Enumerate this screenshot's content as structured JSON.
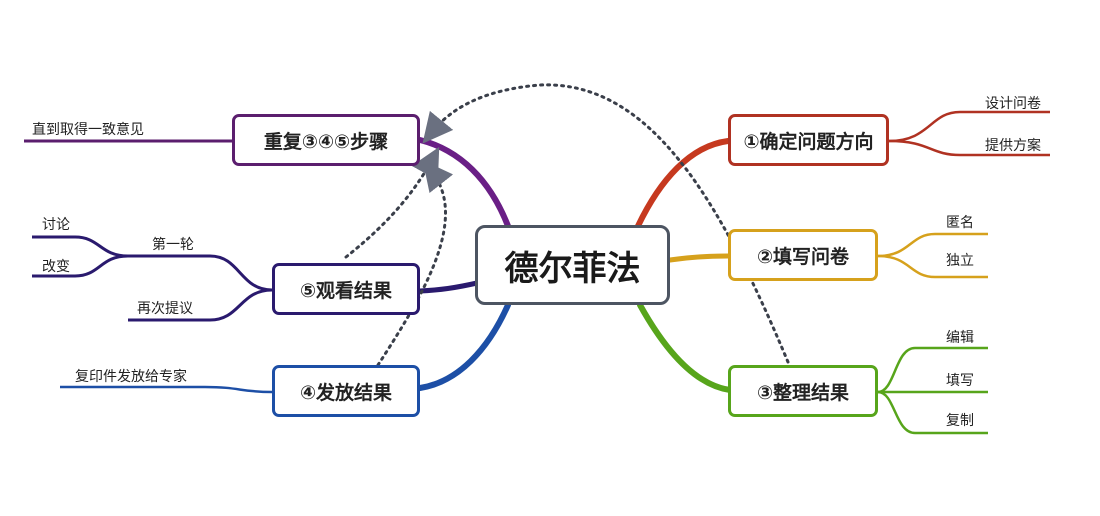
{
  "center": "德尔菲法",
  "branches": {
    "determine": {
      "label": "①确定问题方向",
      "color": "#b03222",
      "leaves": [
        "设计问卷",
        "提供方案"
      ]
    },
    "fill": {
      "label": "②填写问卷",
      "color": "#d6a11c",
      "leaves": [
        "匿名",
        "独立"
      ]
    },
    "organize": {
      "label": "③整理结果",
      "color": "#57a51b",
      "leaves": [
        "编辑",
        "填写",
        "复制"
      ]
    },
    "distribute": {
      "label": "④发放结果",
      "color": "#1d4fa6",
      "leaves": [
        "复印件发放给专家"
      ]
    },
    "observe": {
      "label": "⑤观看结果",
      "color": "#2a1a6e",
      "sub": "第一轮",
      "sub_leaves": [
        "讨论",
        "改变"
      ],
      "leaf": "再次提议"
    },
    "repeat": {
      "label": "重复③④⑤步骤",
      "color": "#5b1e6e",
      "leaves": [
        "直到取得一致意见"
      ]
    }
  },
  "colors": {
    "center_border": "#4d5562",
    "dotted": "#3a3f4a"
  }
}
